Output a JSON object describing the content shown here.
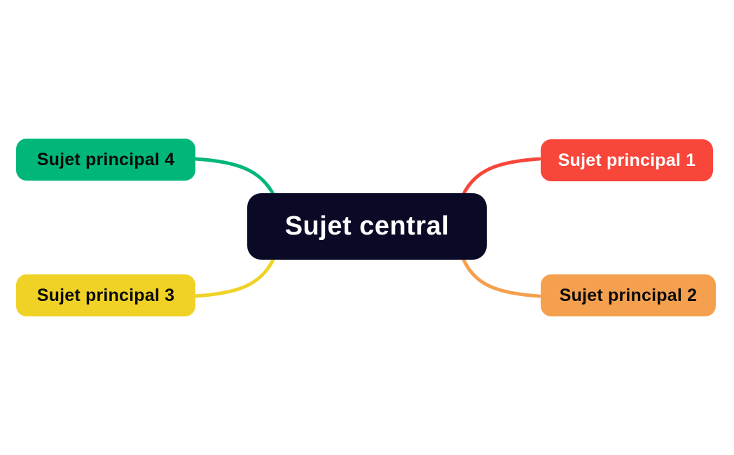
{
  "diagram": {
    "type": "mindmap",
    "background_color": "#ffffff",
    "central": {
      "label": "Sujet central",
      "bg_color": "#0a0a26",
      "text_color": "#ffffff"
    },
    "branches": [
      {
        "label": "Sujet principal 1",
        "position": "top-right",
        "bg_color": "#f8463b",
        "text_color": "#ffffff",
        "connector_color": "#f8463b"
      },
      {
        "label": "Sujet principal 2",
        "position": "bottom-right",
        "bg_color": "#f5a04e",
        "text_color": "#0b0b0b",
        "connector_color": "#f5a04e"
      },
      {
        "label": "Sujet principal 3",
        "position": "bottom-left",
        "bg_color": "#f0d226",
        "text_color": "#0b0b0b",
        "connector_color": "#f0d226"
      },
      {
        "label": "Sujet principal 4",
        "position": "top-left",
        "bg_color": "#00b779",
        "text_color": "#0b0b0b",
        "connector_color": "#00b779"
      }
    ]
  }
}
